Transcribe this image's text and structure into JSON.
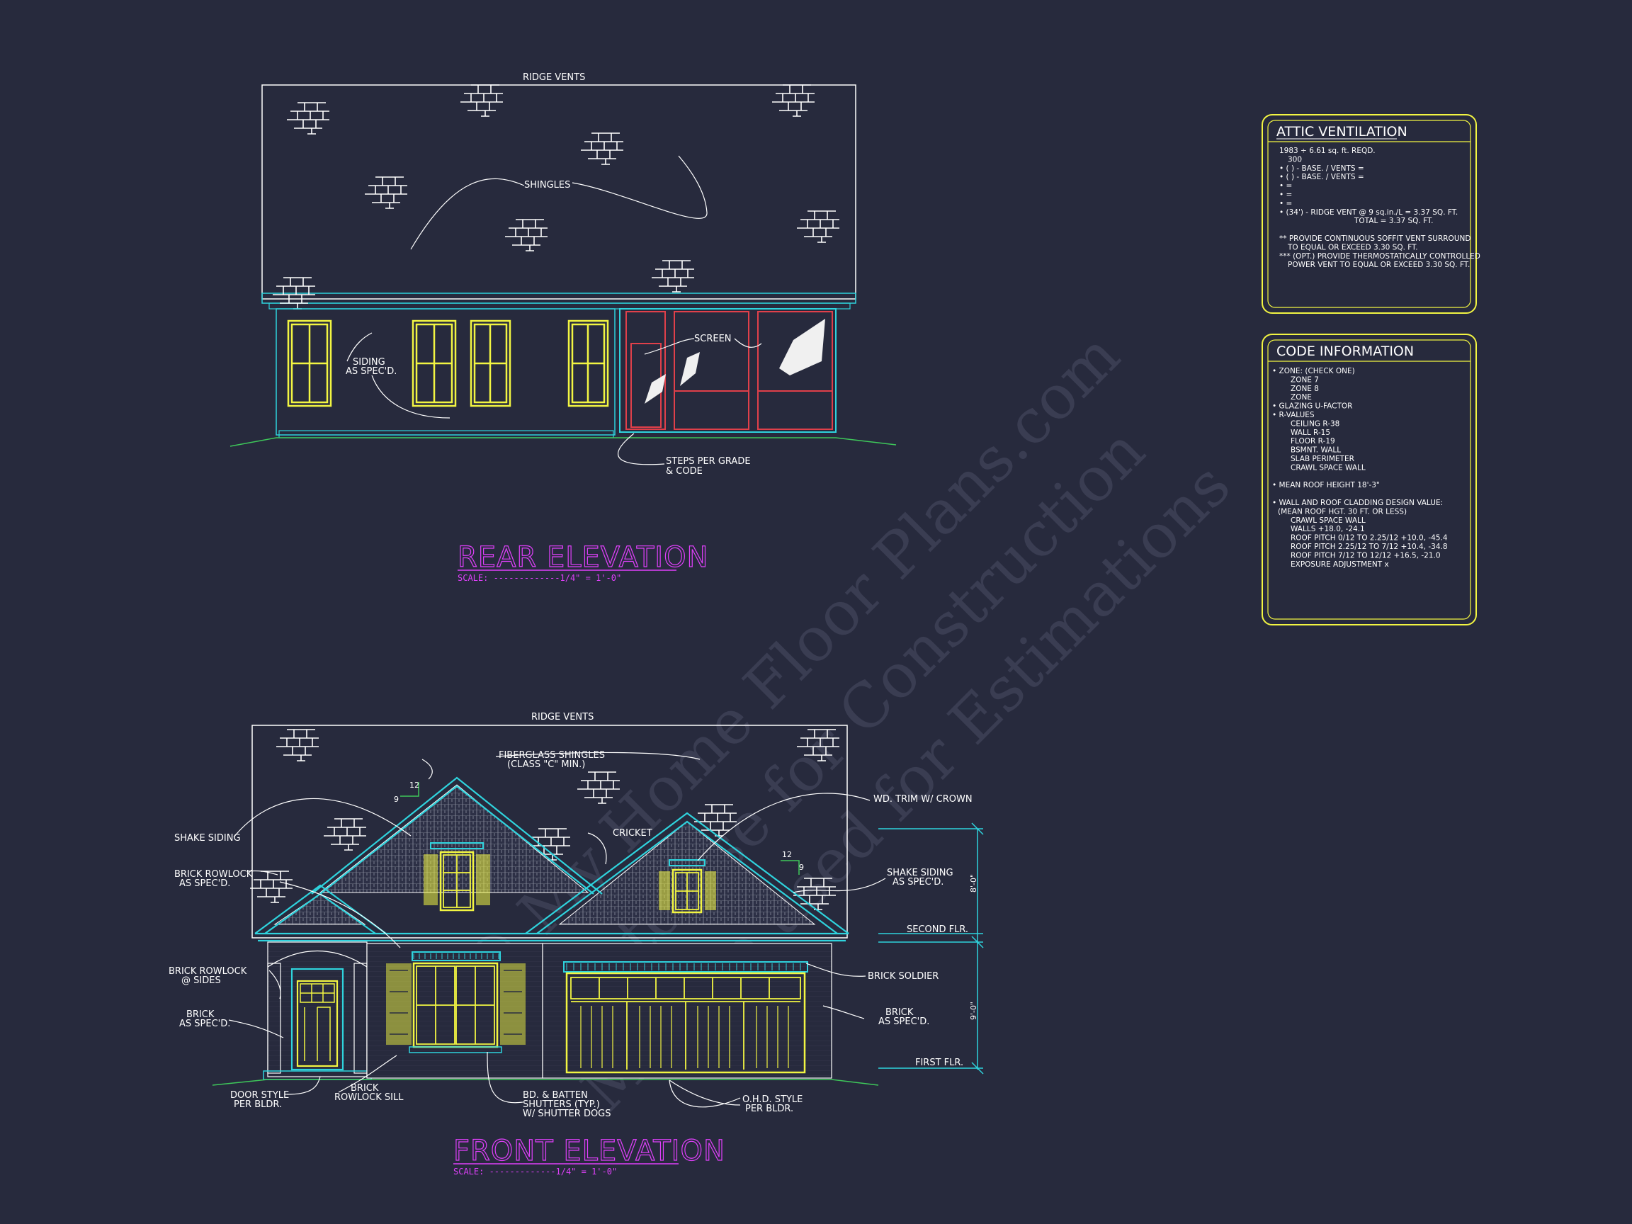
{
  "rear": {
    "title": "REAR ELEVATION",
    "scale": "SCALE: -------------1/4\" = 1'-0\"",
    "labels": {
      "ridge_vents": "RIDGE VENTS",
      "shingles": "SHINGLES",
      "siding_1": "SIDING",
      "siding_2": "AS SPEC'D.",
      "screen": "SCREEN",
      "steps_1": "STEPS PER GRADE",
      "steps_2": "& CODE"
    }
  },
  "front": {
    "title": "FRONT ELEVATION",
    "scale": "SCALE: -------------1/4\" = 1'-0\"",
    "labels": {
      "ridge_vents": "RIDGE VENTS",
      "fiberglass_1": "FIBERGLASS SHINGLES",
      "fiberglass_2": "(CLASS \"C\" MIN.)",
      "shake_siding": "SHAKE SIDING",
      "brick_rowlock_1": "BRICK ROWLOCK",
      "brick_rowlock_2": "AS SPEC'D.",
      "cricket": "CRICKET",
      "wd_trim": "WD. TRIM W/ CROWN",
      "shake_siding_r1": "SHAKE SIDING",
      "shake_siding_r2": "AS SPEC'D.",
      "second_flr": "SECOND FLR.",
      "brick_rowlock_sides_1": "BRICK ROWLOCK",
      "brick_rowlock_sides_2": "@ SIDES",
      "brick_l1": "BRICK",
      "brick_l2": "AS SPEC'D.",
      "brick_soldier": "BRICK SOLDIER",
      "brick_r1": "BRICK",
      "brick_r2": "AS SPEC'D.",
      "first_flr": "FIRST FLR.",
      "door_style_1": "DOOR STYLE",
      "door_style_2": "PER BLDR.",
      "rowlock_sill_1": "BRICK",
      "rowlock_sill_2": "ROWLOCK SILL",
      "shutters_1": "BD. & BATTEN",
      "shutters_2": "SHUTTERS (TYP.)",
      "shutters_3": "W/ SHUTTER DOGS",
      "ohd_1": "O.H.D. STYLE",
      "ohd_2": "PER BLDR.",
      "dim_upper": "8'-0\"",
      "dim_lower": "9'-0\"",
      "pitch_left_rise": "12",
      "pitch_left_run": "9",
      "pitch_right_rise": "12",
      "pitch_right_run": "9"
    }
  },
  "attic": {
    "title": "ATTIC VENTILATION",
    "lines": [
      "1983 ÷ 6.61 sq. ft. REQD.",
      "300",
      "• (   ) -          BASE.    /    VENTS   =",
      "• (   ) -          BASE.    /    VENTS   =",
      "•                                                =",
      "•                                                =",
      "•                                                =",
      "• (34') - RIDGE VENT @ 9 sq.in./L = 3.37 SQ. FT.",
      "TOTAL      = 3.37 SQ. FT.",
      "",
      "** PROVIDE CONTINUOUS SOFFIT VENT SURROUND",
      "TO EQUAL OR EXCEED  3.30 SQ. FT.",
      "*** (OPT.) PROVIDE THERMOSTATICALLY CONTROLLED",
      "POWER VENT TO EQUAL OR EXCEED  3.30 SQ. FT."
    ]
  },
  "code": {
    "title": "CODE INFORMATION",
    "lines": [
      "• ZONE: (CHECK ONE)",
      "ZONE 7",
      "ZONE 8",
      "ZONE",
      "• GLAZING U-FACTOR",
      "• R-VALUES",
      "CEILING                  R-38",
      "WALL                       R-15",
      "FLOOR                    R-19",
      "BSMNT. WALL",
      "SLAB PERIMETER",
      "CRAWL SPACE WALL",
      "",
      "• MEAN ROOF HEIGHT    18'-3\"",
      "",
      "• WALL AND ROOF CLADDING DESIGN VALUE:",
      "(MEAN ROOF HGT. 30 FT. OR LESS)",
      "CRAWL SPACE WALL",
      "WALLS                                 +18.0, -24.1",
      "ROOF PITCH 0/12 TO 2.25/12   +10.0, -45.4",
      "ROOF PITCH 2.25/12 TO 7/12   +10.4, -34.8",
      "ROOF PITCH 7/12 TO 12/12    +16.5, -21.0",
      "EXPOSURE ADJUSTMENT           x"
    ]
  },
  "watermark": {
    "line1": "© My Home Floor Plans.com",
    "line2": "Not to use for Construction",
    "line3": "May be used for Estimations"
  },
  "colors": {
    "background": "#272a3d",
    "white": "#ffffff",
    "yellow": "#f2f542",
    "cyan": "#2fd3dd",
    "red": "#e0404a",
    "green": "#3ec85a",
    "magenta": "#e040fb"
  }
}
